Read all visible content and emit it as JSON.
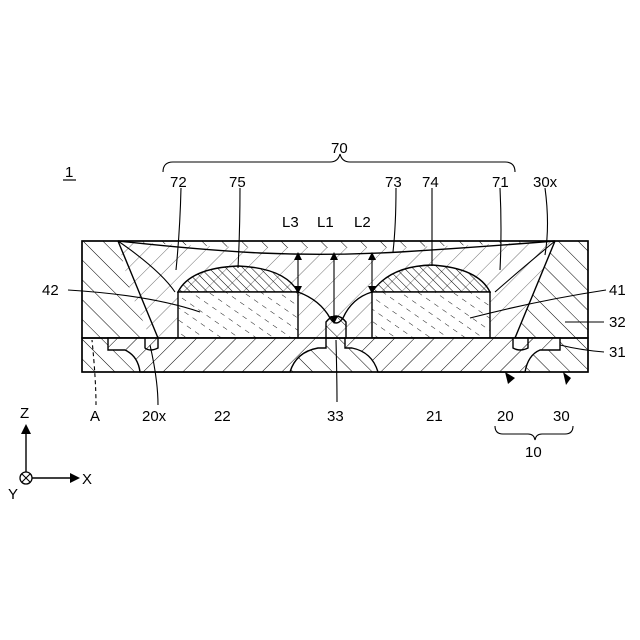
{
  "figure": {
    "ref_number": "1",
    "labels": {
      "l70": "70",
      "l72": "72",
      "l75": "75",
      "l73": "73",
      "l74": "74",
      "l71": "71",
      "l30x": "30x",
      "lL3": "L3",
      "lL1": "L1",
      "lL2": "L2",
      "l42": "42",
      "l41": "41",
      "l32": "32",
      "l31": "31",
      "lA": "A",
      "l20x": "20x",
      "l22": "22",
      "l33": "33",
      "l21": "21",
      "l20": "20",
      "l30": "30",
      "l10": "10"
    },
    "axes": {
      "z": "Z",
      "x": "X",
      "y": "Y"
    }
  }
}
